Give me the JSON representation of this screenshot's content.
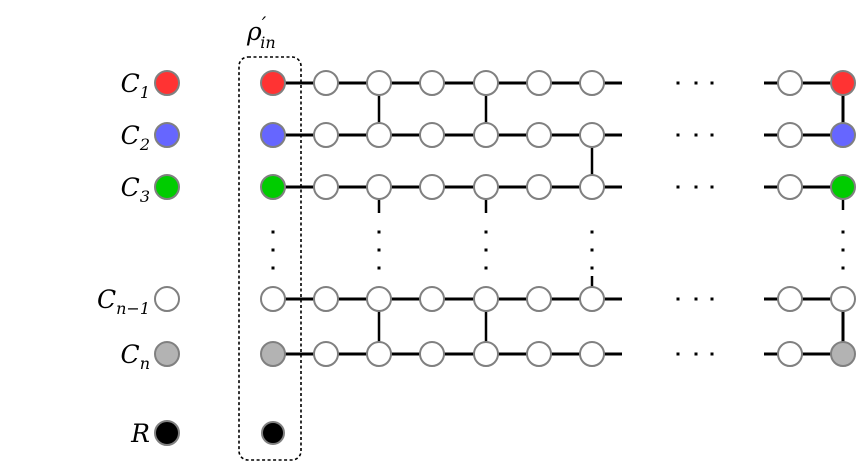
{
  "box_label": {
    "base": "ρ",
    "prime": "′",
    "sub": "in"
  },
  "rows": [
    {
      "label": "C",
      "sub": "1",
      "color": "#ff3333"
    },
    {
      "label": "C",
      "sub": "2",
      "color": "#6666ff"
    },
    {
      "label": "C",
      "sub": "3",
      "color": "#00cc00"
    },
    {
      "label": "C",
      "sub": "n−1",
      "color": "#ffffff"
    },
    {
      "label": "C",
      "sub": "n",
      "color": "#b3b3b3"
    },
    {
      "label": "R",
      "sub": "",
      "color": "#000000"
    }
  ],
  "colors": {
    "node_stroke": "#808080",
    "edge": "#000000",
    "ellipsis_accent": "#e6a700"
  }
}
